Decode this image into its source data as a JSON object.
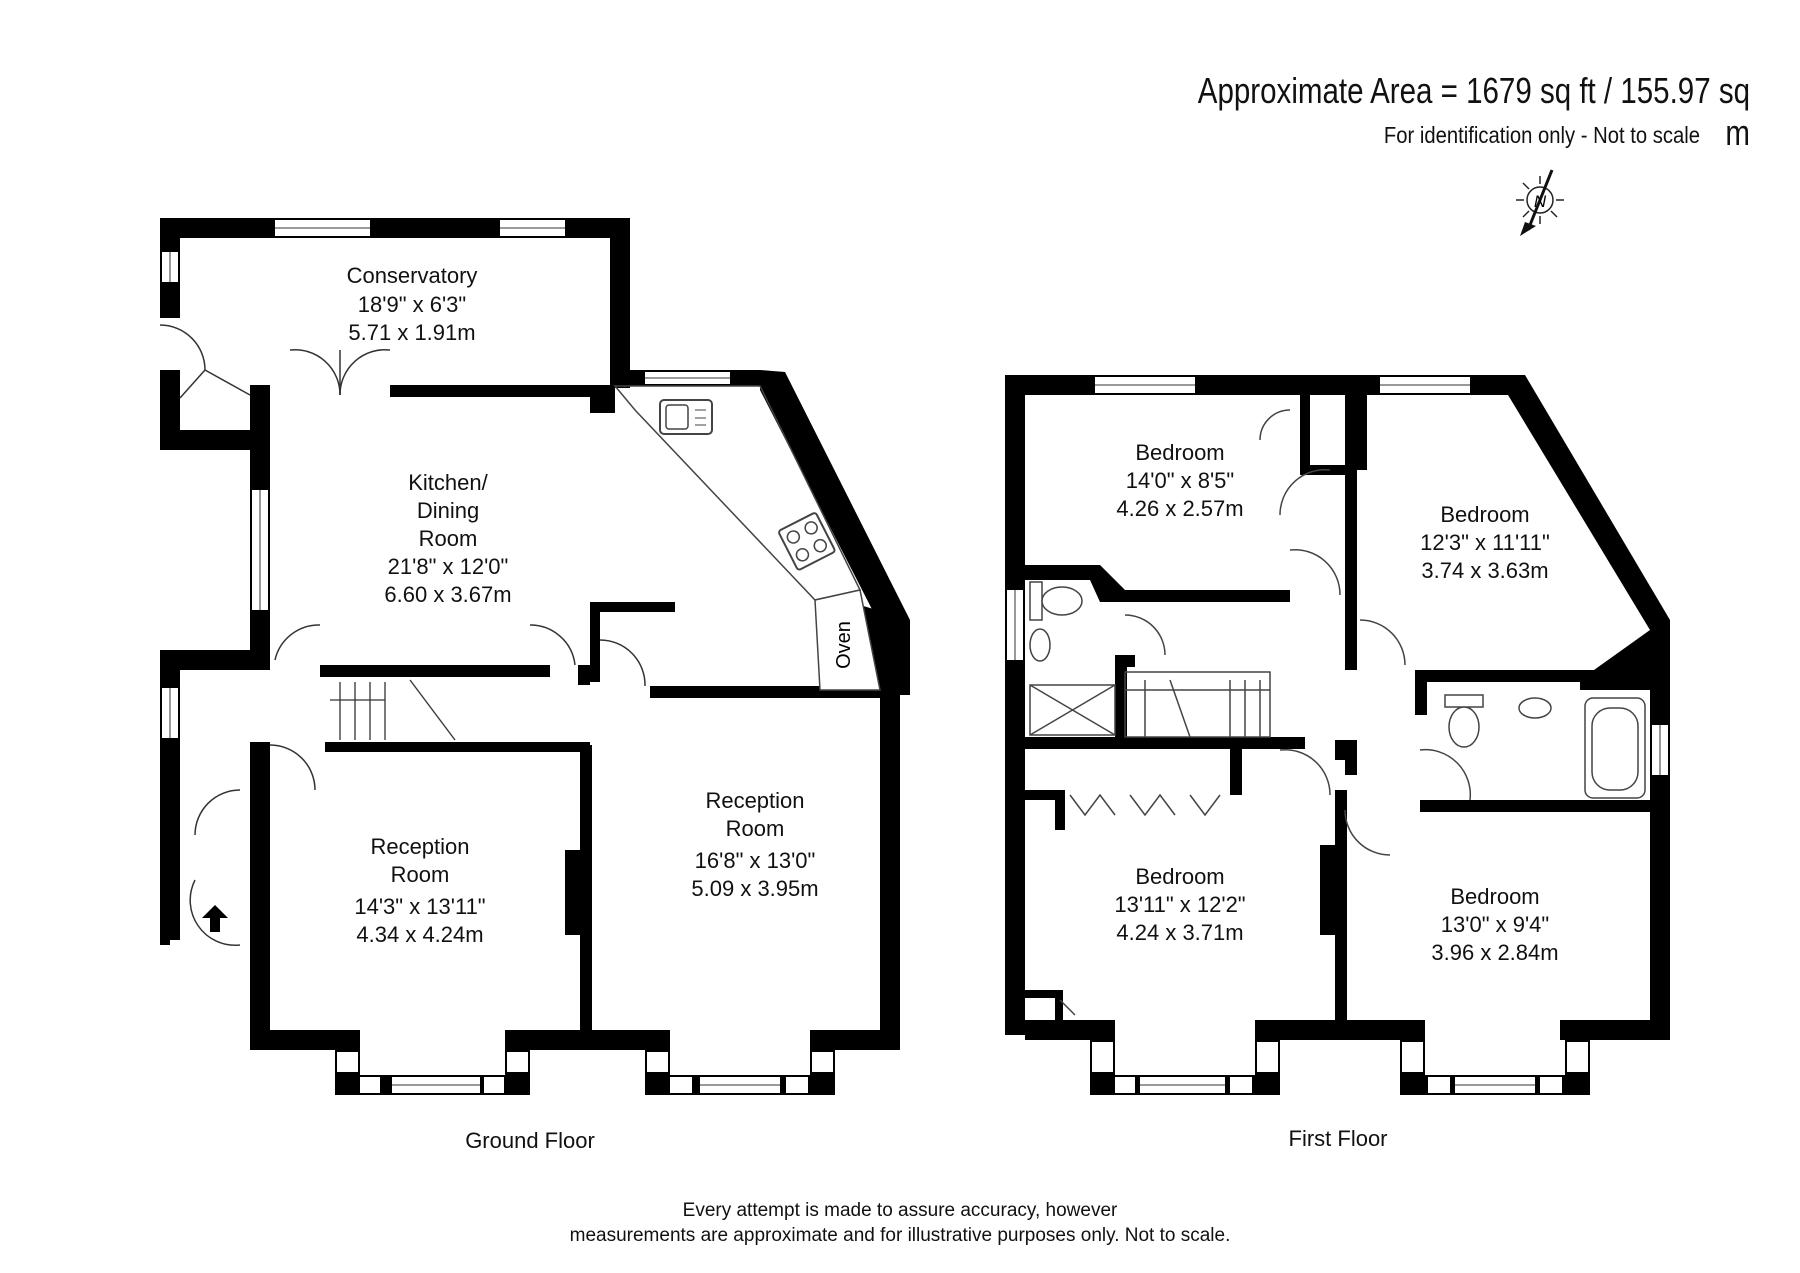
{
  "header": {
    "area": "Approximate Area = 1679 sq ft / 155.97 sq m",
    "note": "For identification only - Not to scale",
    "compass_letter": "N"
  },
  "ground_floor": {
    "label": "Ground Floor",
    "rooms": {
      "conservatory": {
        "name": "Conservatory",
        "imperial": "18'9\" x 6'3\"",
        "metric": "5.71 x 1.91m"
      },
      "kitchen": {
        "name1": "Kitchen/",
        "name2": "Dining",
        "name3": "Room",
        "imperial": "21'8\" x 12'0\"",
        "metric": "6.60 x 3.67m"
      },
      "reception1": {
        "name1": "Reception",
        "name2": "Room",
        "imperial": "14'3\" x 13'11\"",
        "metric": "4.34 x 4.24m"
      },
      "reception2": {
        "name1": "Reception",
        "name2": "Room",
        "imperial": "16'8\" x 13'0\"",
        "metric": "5.09 x 3.95m"
      },
      "oven": "Oven"
    }
  },
  "first_floor": {
    "label": "First Floor",
    "rooms": {
      "bedroom1": {
        "name": "Bedroom",
        "imperial": "14'0\" x 8'5\"",
        "metric": "4.26 x 2.57m"
      },
      "bedroom2": {
        "name": "Bedroom",
        "imperial": "12'3\" x 11'11\"",
        "metric": "3.74 x 3.63m"
      },
      "bedroom3": {
        "name": "Bedroom",
        "imperial": "13'11\" x 12'2\"",
        "metric": "4.24 x 3.71m"
      },
      "bedroom4": {
        "name": "Bedroom",
        "imperial": "13'0\" x 9'4\"",
        "metric": "3.96 x 2.84m"
      }
    }
  },
  "footer": {
    "line1": "Every attempt is made to assure accuracy, however",
    "line2": "measurements are approximate and for illustrative purposes only. Not to scale."
  },
  "colors": {
    "wall": "#000000",
    "background": "#ffffff",
    "fixture": "#555555"
  }
}
